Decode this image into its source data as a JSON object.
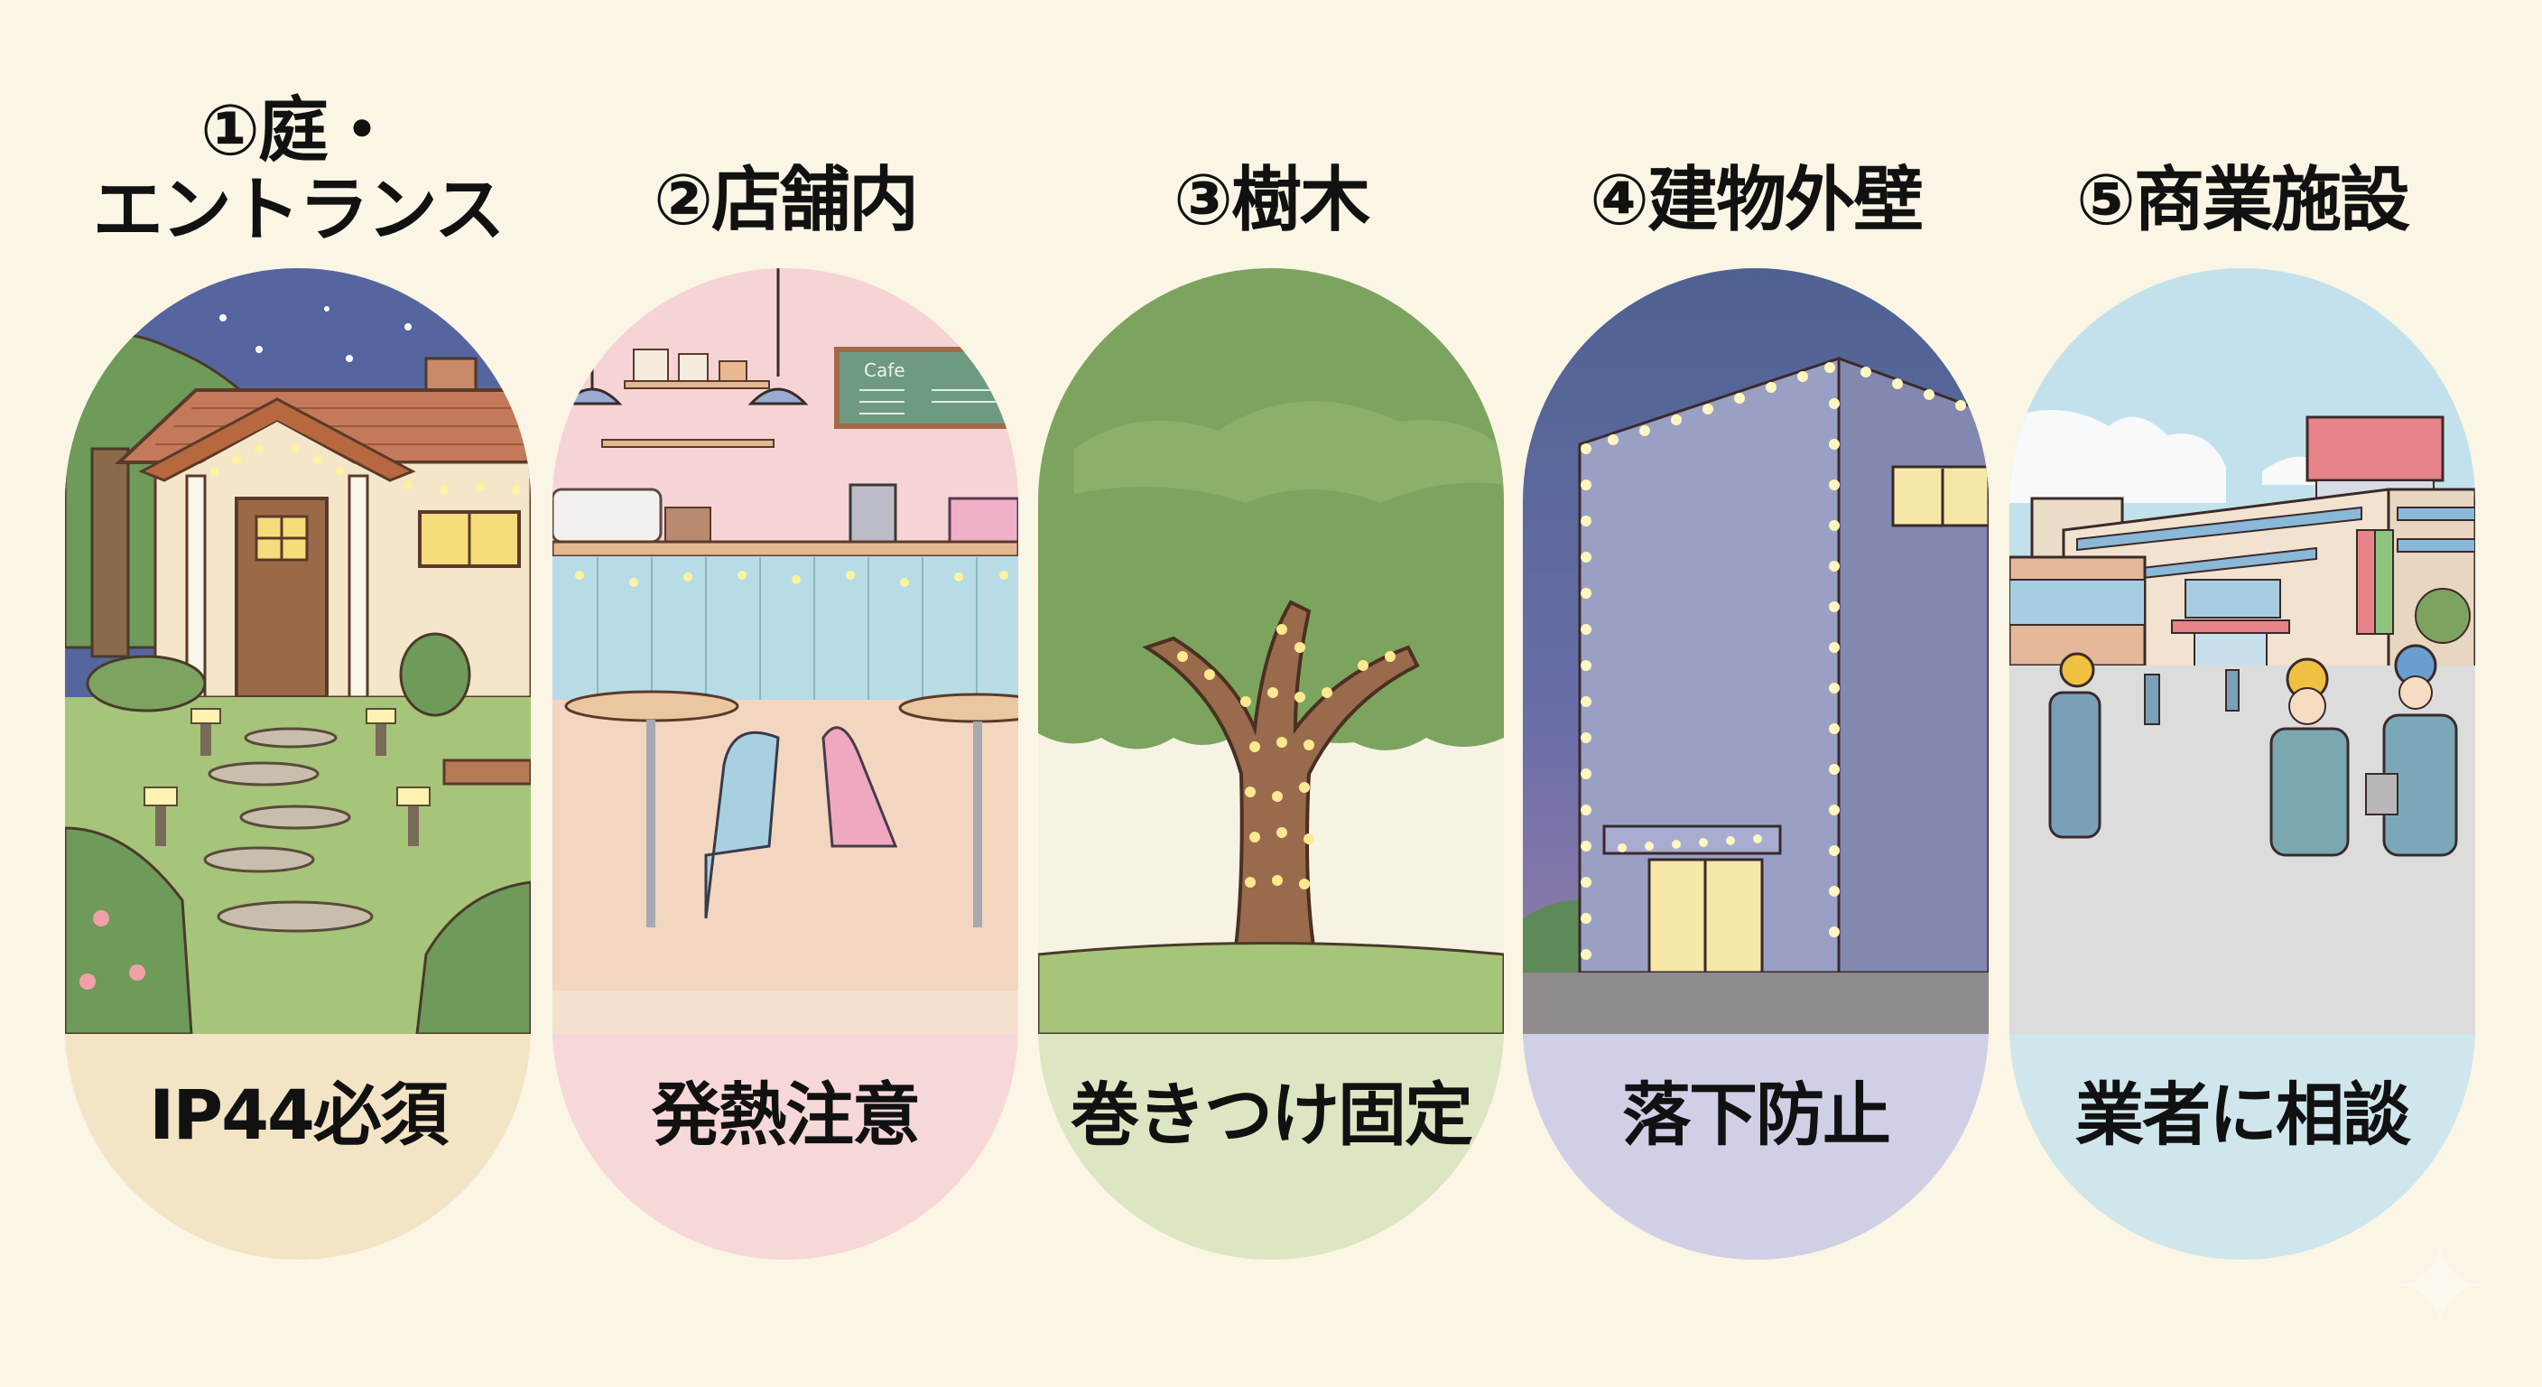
{
  "background_color": "#faf5e4",
  "cards": [
    {
      "heading_lines": [
        "①庭・",
        "エントランス"
      ],
      "scene": "house-garden-night",
      "label": "IP44必須",
      "label_color": "#f2e4c4",
      "accent_color": "#4f5f96"
    },
    {
      "heading_lines": [
        "②店舗内"
      ],
      "scene": "cafe-interior",
      "label": "発熱注意",
      "label_color": "#f7d8d8",
      "accent_color": "#f6d4d6",
      "chalkboard_text": "Cafe"
    },
    {
      "heading_lines": [
        "③樹木"
      ],
      "scene": "tree-with-lights",
      "label": "巻きつけ固定",
      "label_color": "#dde6c2",
      "accent_color": "#8aae6a"
    },
    {
      "heading_lines": [
        "④建物外壁"
      ],
      "scene": "building-wall-lights",
      "label": "落下防止",
      "label_color": "#cfd0e6",
      "accent_color": "#4e6292"
    },
    {
      "heading_lines": [
        "⑤商業施設"
      ],
      "scene": "commercial-facility-workers",
      "label": "業者に相談",
      "label_color": "#cfe6ec",
      "accent_color": "#c3e1ec"
    }
  ],
  "sparkle_icon": "four-point-star"
}
